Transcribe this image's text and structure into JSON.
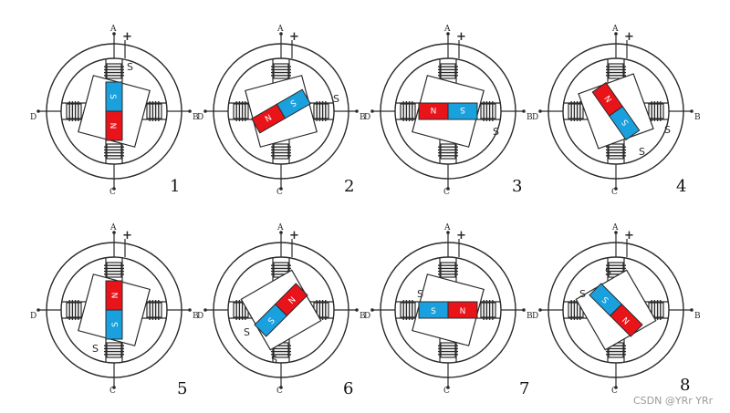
{
  "diagram": {
    "terminals": {
      "a": "A",
      "b": "B",
      "c": "C",
      "d": "D",
      "plus": "+"
    },
    "magnet_labels": {
      "north": "N",
      "south": "S"
    },
    "colors": {
      "north": "#e8141a",
      "south": "#1aa0dc",
      "stroke": "#2a2a2a",
      "background": "#ffffff"
    },
    "motors": [
      {
        "step": "1",
        "angle": 90,
        "s_labels": [
          "S"
        ]
      },
      {
        "step": "2",
        "angle": 150,
        "s_labels": [
          "S"
        ]
      },
      {
        "step": "3",
        "angle": 180,
        "s_labels": [
          "S"
        ]
      },
      {
        "step": "4",
        "angle": 235,
        "s_labels": [
          "S",
          "S"
        ]
      },
      {
        "step": "5",
        "angle": 270,
        "s_labels": [
          "S"
        ]
      },
      {
        "step": "6",
        "angle": 315,
        "s_labels": [
          "S",
          "S"
        ]
      },
      {
        "step": "7",
        "angle": 0,
        "s_labels": [
          "S"
        ]
      },
      {
        "step": "8",
        "angle": 45,
        "s_labels": [
          "S",
          "S"
        ]
      }
    ]
  },
  "watermark": "CSDN @YRr YRr"
}
